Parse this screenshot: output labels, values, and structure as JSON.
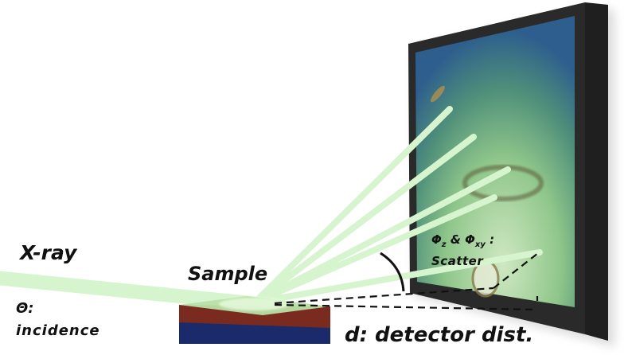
{
  "labels": {
    "xray": "X-ray",
    "sample": "Sample",
    "theta": "Θ:",
    "incidence": "incidence",
    "detector": "d: detector dist.",
    "phi_main": "Φ",
    "phi_z_sub": "z",
    "phi_and": " & Φ",
    "phi_xy_sub": "xy",
    "phi_colon": " :",
    "scatter": "Scatter"
  },
  "colors": {
    "beam": "#d6f5cf",
    "frame": "#2a2a2a",
    "screen_top": "#2f5f8f",
    "screen_glow": "#a8d49a",
    "sample_top": "#7a2a1e",
    "sample_bottom": "#1a2a6a"
  }
}
